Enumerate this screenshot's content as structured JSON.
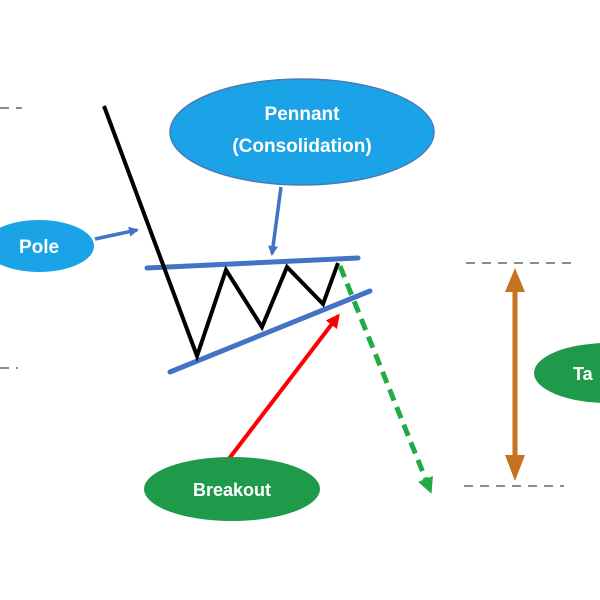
{
  "labels": {
    "pennant_line1": "Pennant",
    "pennant_line2": "(Consolidation)",
    "pole": "Pole",
    "breakout": "Breakout",
    "target": "Ta"
  },
  "colors": {
    "price_line": "#000000",
    "trend_lines": "#4472c4",
    "callout_blue": "#1aa3e6",
    "callout_green": "#1f9a4b",
    "breakout_arrow": "#ff0000",
    "breakout_path": "#22aa44",
    "target_arrow": "#c5731f",
    "guide_lines": "#8c8c8c"
  }
}
